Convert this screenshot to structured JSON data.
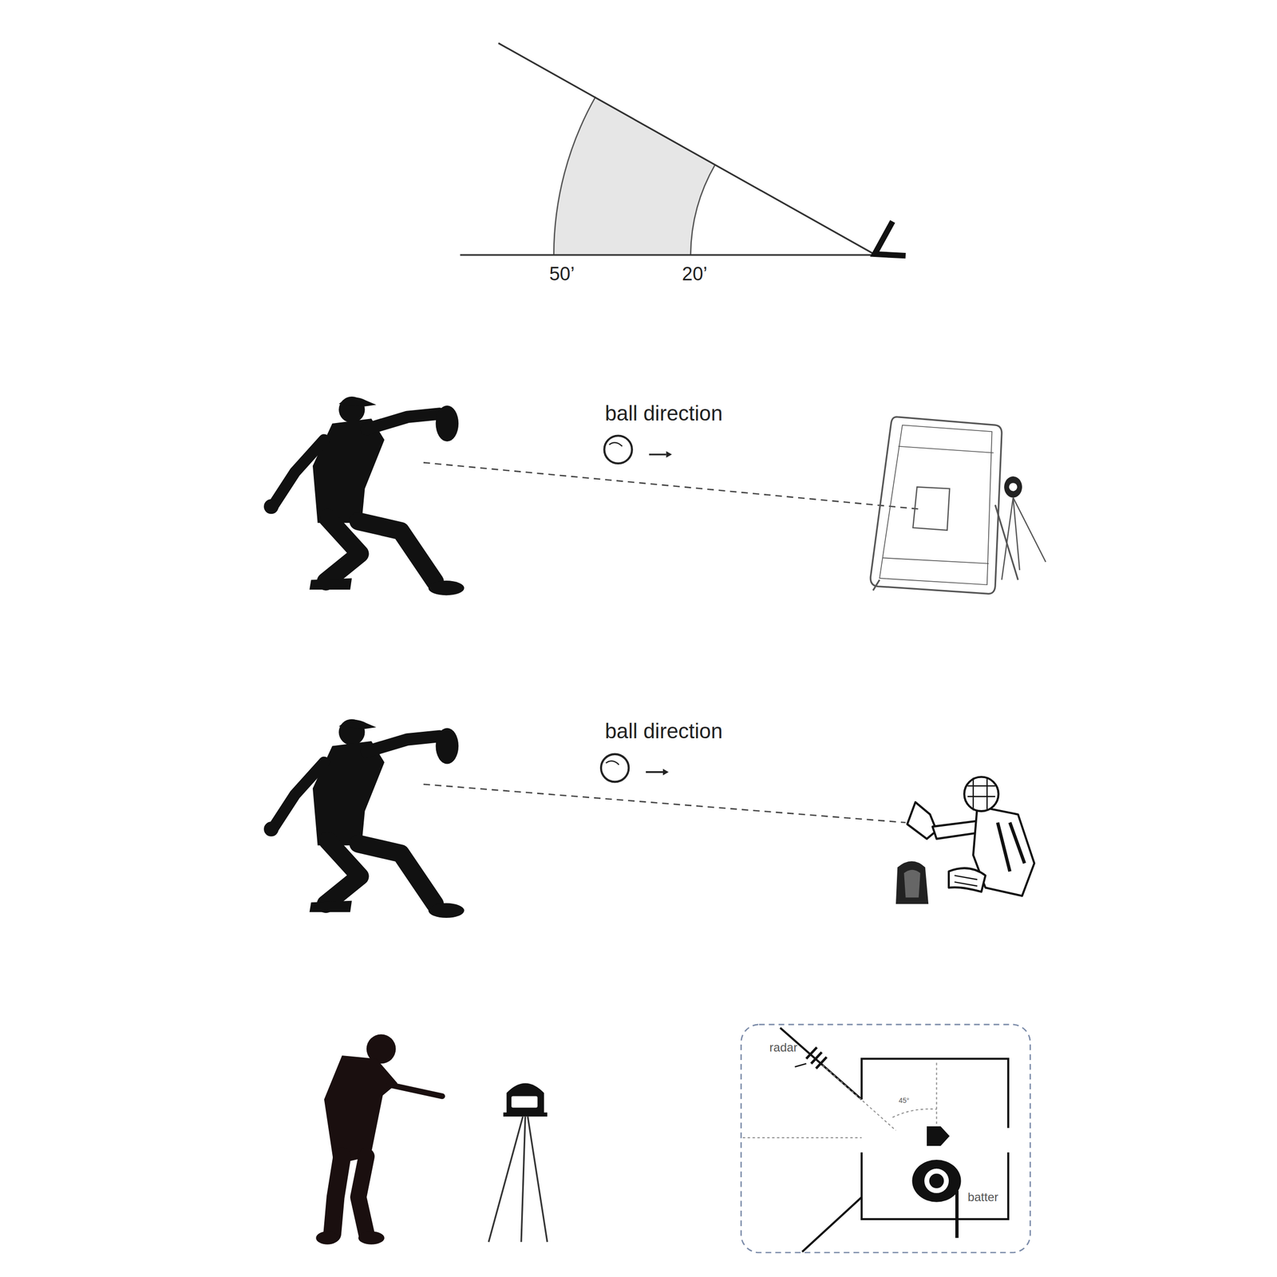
{
  "diagram": {
    "labels": [
      "50’",
      "20’",
      "ball direction",
      "ball direction",
      "radar",
      "45°",
      "batter"
    ]
  }
}
